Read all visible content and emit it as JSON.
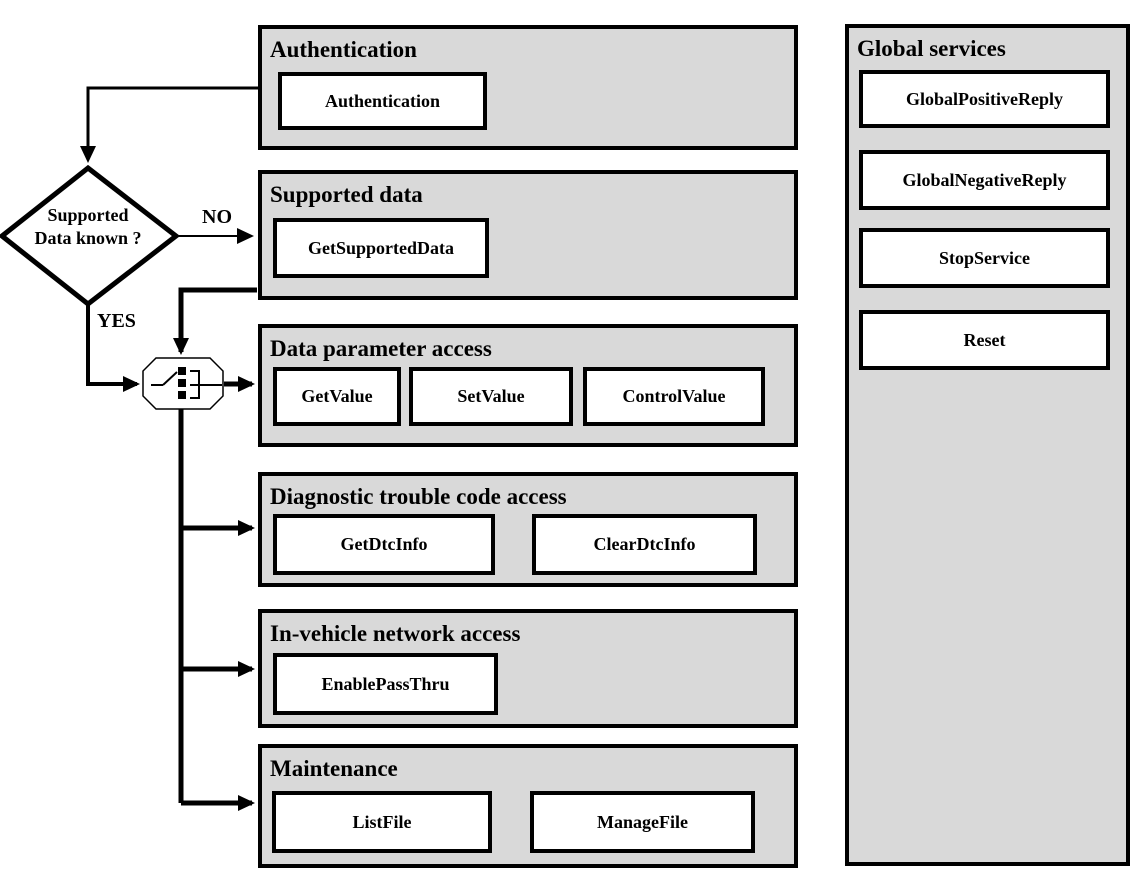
{
  "flow": {
    "decision_text": "Supported\nData known ?",
    "labels": {
      "no": "NO",
      "yes": "YES"
    }
  },
  "panels": [
    {
      "title": "Authentication",
      "services": [
        "Authentication"
      ]
    },
    {
      "title": "Supported data",
      "services": [
        "GetSupportedData"
      ]
    },
    {
      "title": "Data parameter access",
      "services": [
        "GetValue",
        "SetValue",
        "ControlValue"
      ]
    },
    {
      "title": "Diagnostic trouble code access",
      "services": [
        "GetDtcInfo",
        "ClearDtcInfo"
      ]
    },
    {
      "title": "In-vehicle network access",
      "services": [
        "EnablePassThru"
      ]
    },
    {
      "title": "Maintenance",
      "services": [
        "ListFile",
        "ManageFile"
      ]
    }
  ],
  "global_panel": {
    "title": "Global services",
    "services": [
      "GlobalPositiveReply",
      "GlobalNegativeReply",
      "StopService",
      "Reset"
    ]
  },
  "colors": {
    "panel_fill": "#d9d9d9",
    "button_fill": "#ffffff",
    "line_color": "#000000"
  }
}
